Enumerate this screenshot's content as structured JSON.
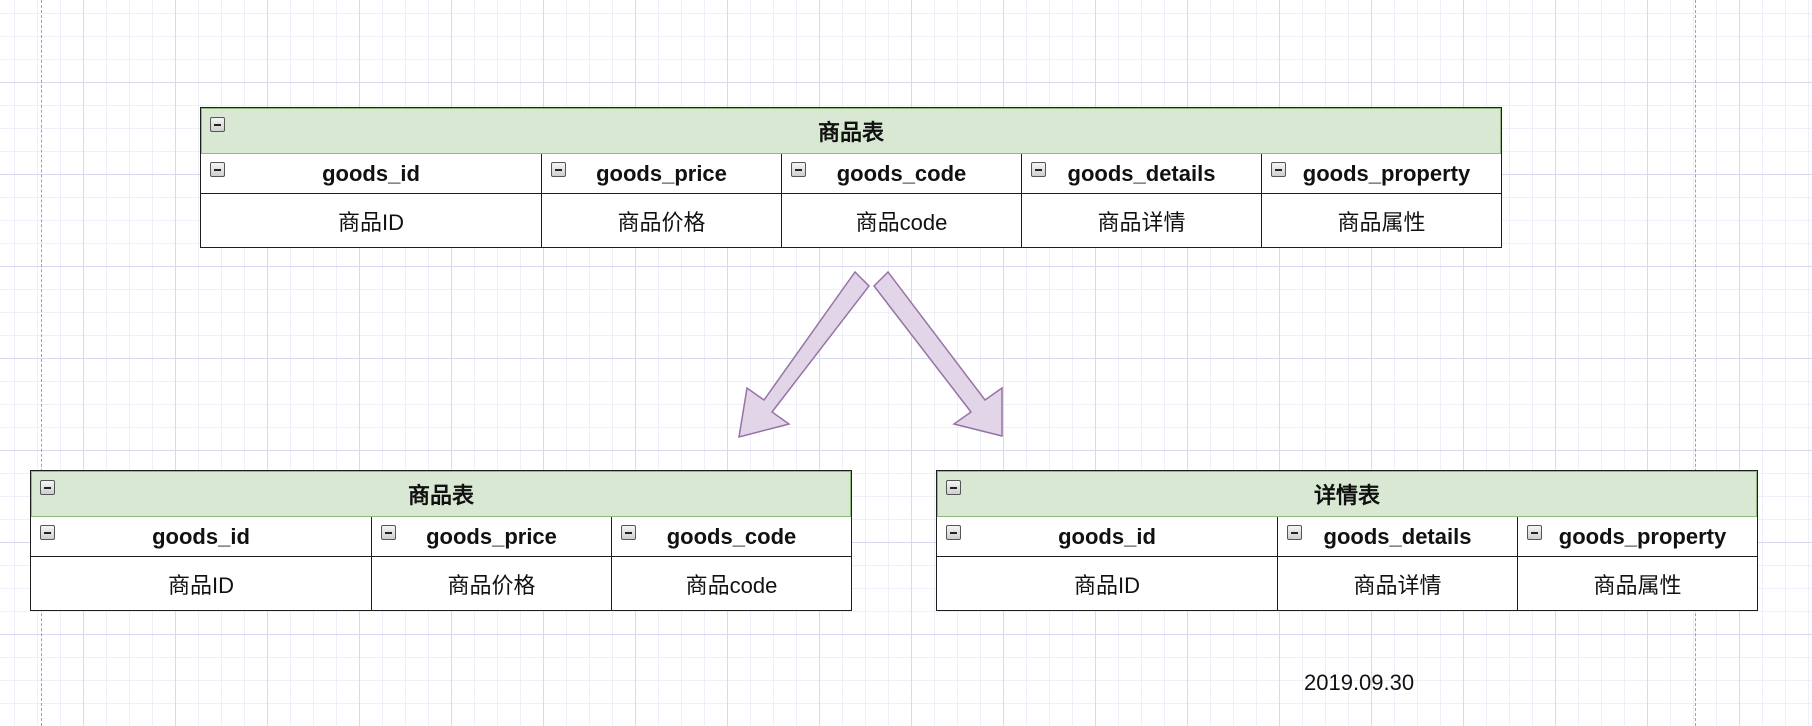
{
  "source_table": {
    "title": "商品表",
    "columns": [
      {
        "name": "goods_id",
        "desc": "商品ID"
      },
      {
        "name": "goods_price",
        "desc": "商品价格"
      },
      {
        "name": "goods_code",
        "desc": "商品code"
      },
      {
        "name": "goods_details",
        "desc": "商品详情"
      },
      {
        "name": "goods_property",
        "desc": "商品属性"
      }
    ]
  },
  "left_table": {
    "title": "商品表",
    "columns": [
      {
        "name": "goods_id",
        "desc": "商品ID"
      },
      {
        "name": "goods_price",
        "desc": "商品价格"
      },
      {
        "name": "goods_code",
        "desc": "商品code"
      }
    ]
  },
  "right_table": {
    "title": "详情表",
    "columns": [
      {
        "name": "goods_id",
        "desc": "商品ID"
      },
      {
        "name": "goods_details",
        "desc": "商品详情"
      },
      {
        "name": "goods_property",
        "desc": "商品属性"
      }
    ]
  },
  "date": "2019.09.30",
  "colors": {
    "header_fill": "#d8e8d2",
    "header_border": "#8fb97e",
    "arrow_fill": "#e1d5e7",
    "arrow_stroke": "#9673a6"
  },
  "icons": [
    "collapse-icon"
  ]
}
